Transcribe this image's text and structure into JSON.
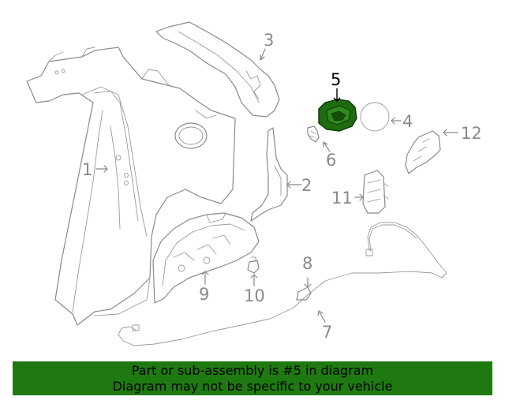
{
  "diagram": {
    "callouts": [
      {
        "id": "1",
        "label": "1"
      },
      {
        "id": "2",
        "label": "2"
      },
      {
        "id": "3",
        "label": "3"
      },
      {
        "id": "4",
        "label": "4"
      },
      {
        "id": "5",
        "label": "5",
        "highlighted": true
      },
      {
        "id": "6",
        "label": "6"
      },
      {
        "id": "7",
        "label": "7"
      },
      {
        "id": "8",
        "label": "8"
      },
      {
        "id": "9",
        "label": "9"
      },
      {
        "id": "10",
        "label": "10"
      },
      {
        "id": "11",
        "label": "11"
      },
      {
        "id": "12",
        "label": "12"
      }
    ],
    "highlight_color": "#1e6b10",
    "line_color": "#8a8a8a"
  },
  "banner": {
    "line1": "Part or sub-assembly is #5 in diagram",
    "line2": "Diagram may not be specific to your vehicle",
    "background": "#1e7a10"
  }
}
